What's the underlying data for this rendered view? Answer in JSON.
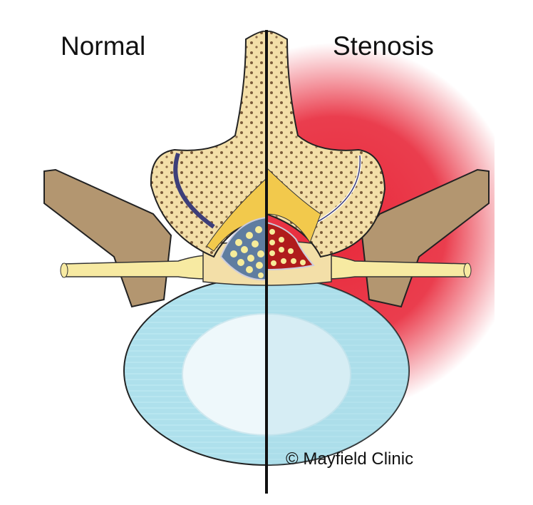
{
  "labels": {
    "normal": "Normal",
    "stenosis": "Stenosis"
  },
  "credit": "© Mayfield Clinic",
  "colors": {
    "bone": "#f3dfa8",
    "bone_dots": "#7a5a3a",
    "ligament": "#f2c94c",
    "disc": "#aee0ec",
    "nucleus": "#eef8fb",
    "inflammation": "#e8283a",
    "nerve": "#f7eaa2",
    "muscle": "#b39670"
  }
}
